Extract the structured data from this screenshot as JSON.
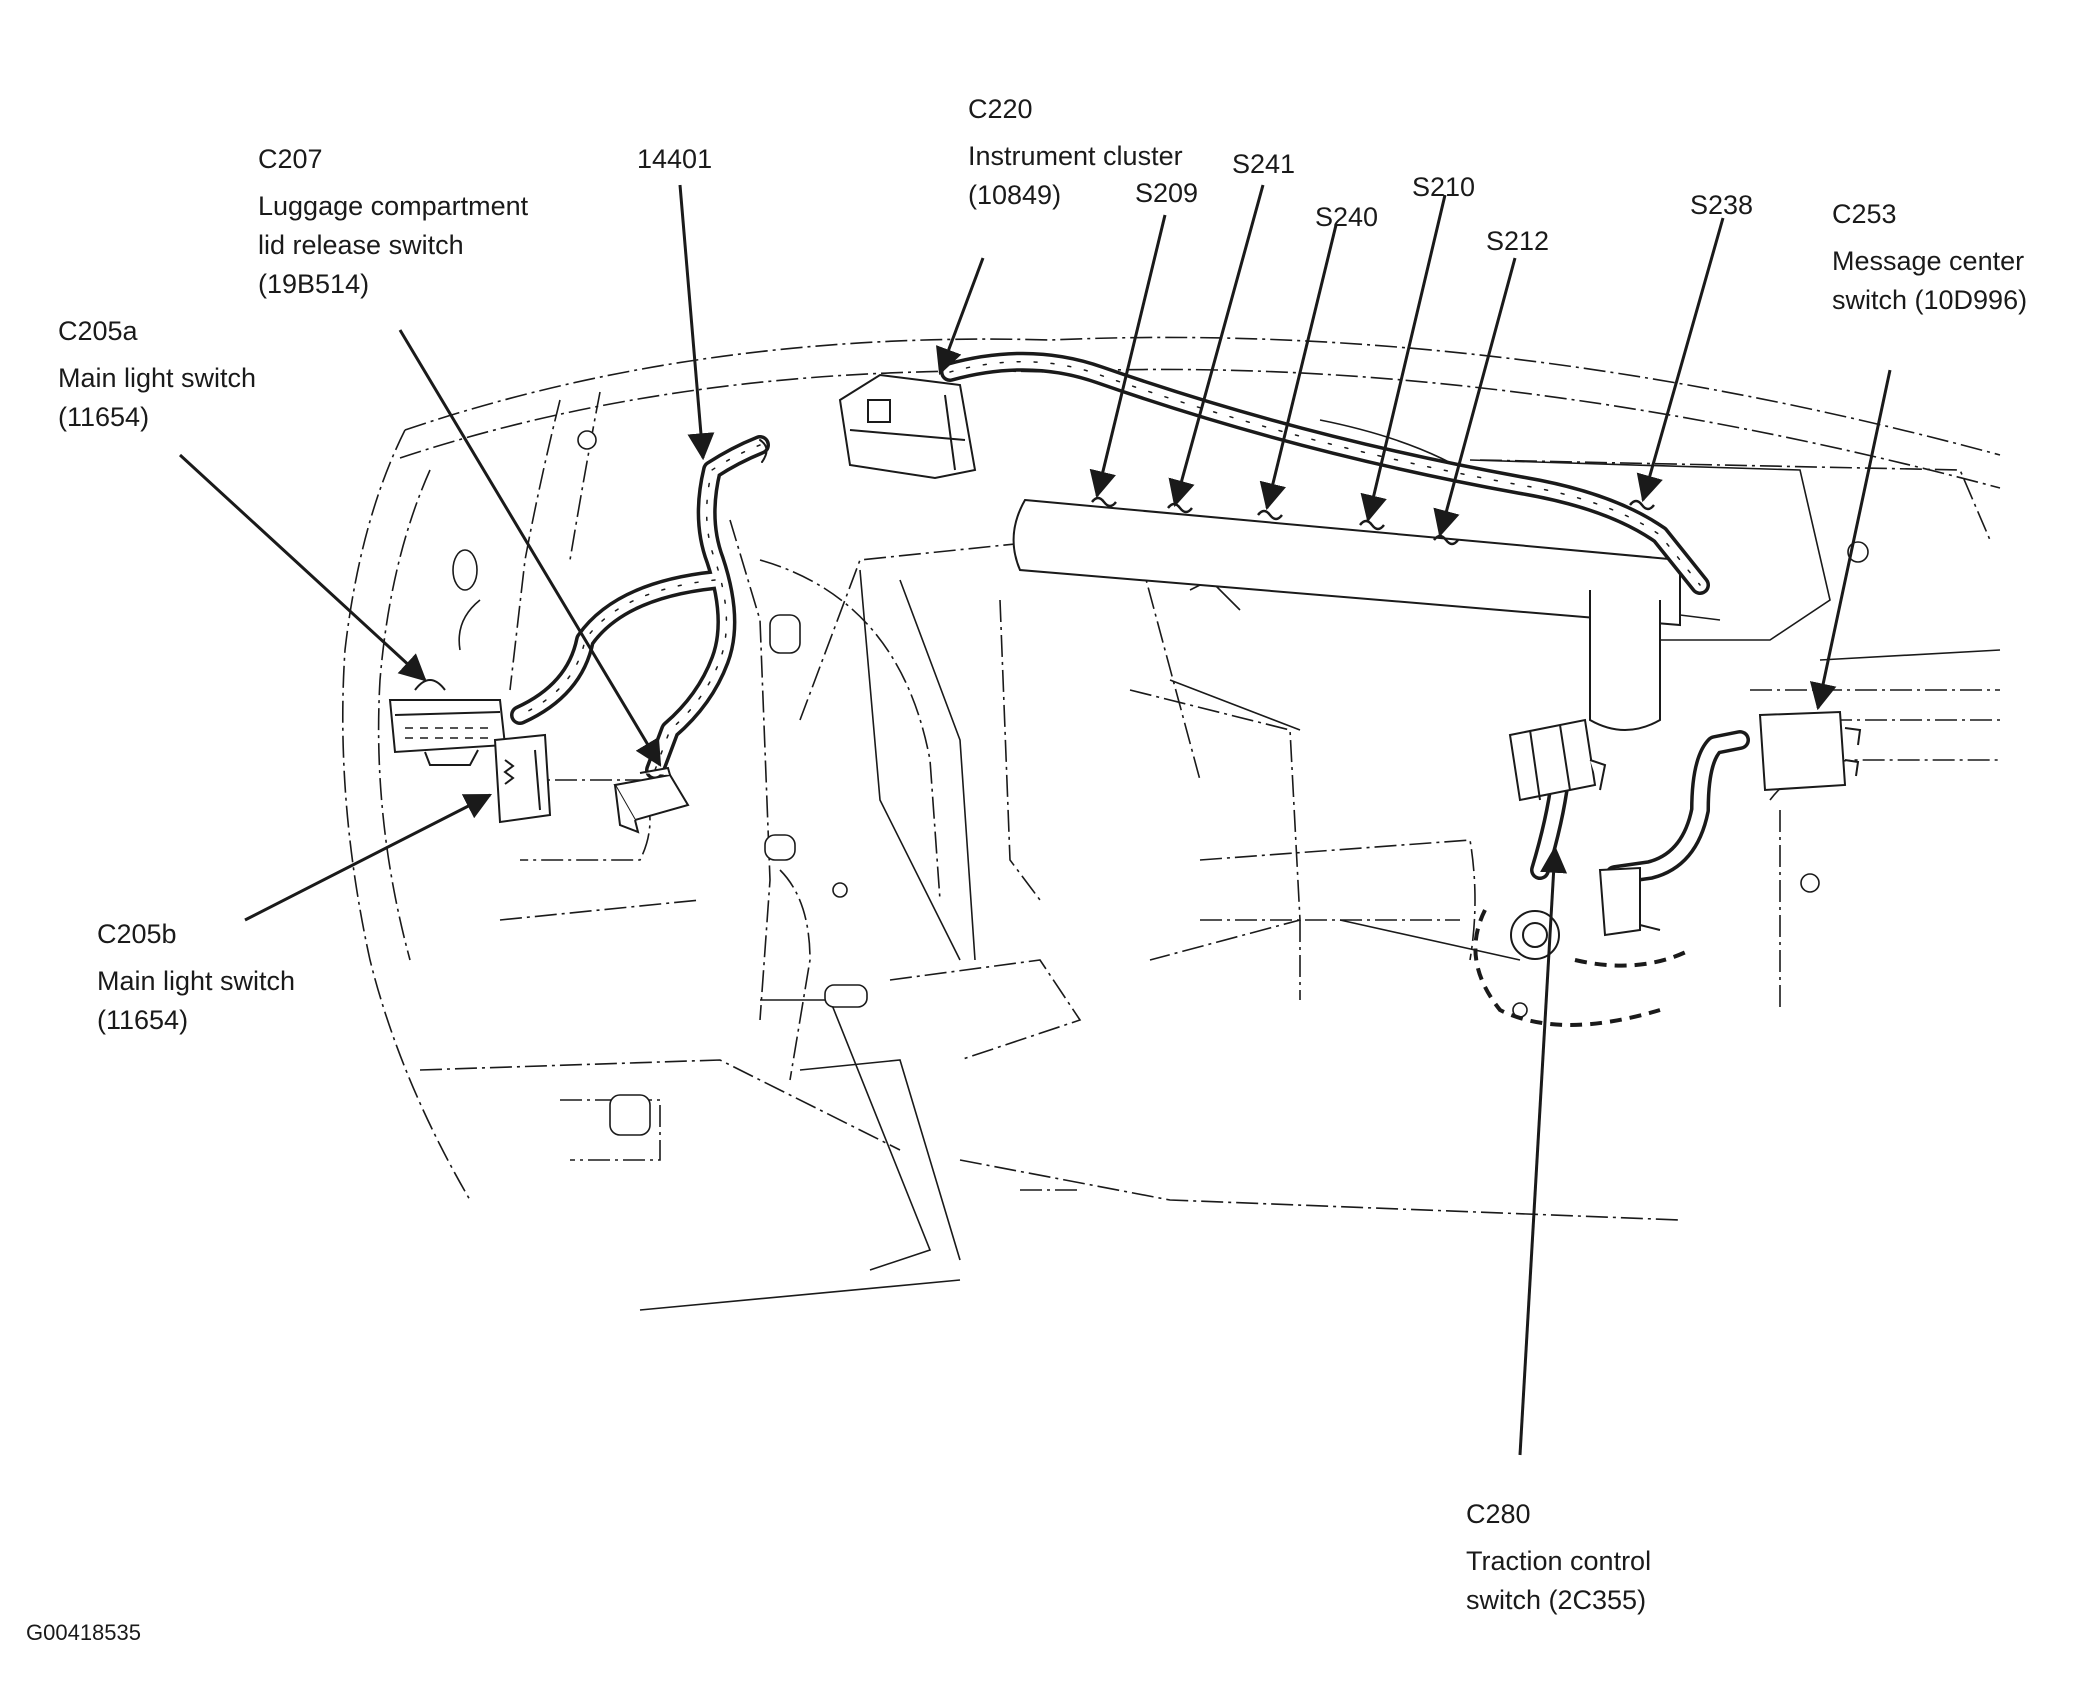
{
  "figure_id": "G00418535",
  "callouts": {
    "c207": {
      "code": "C207",
      "line1": "Luggage compartment",
      "line2": "lid release switch",
      "line3": "(19B514)"
    },
    "p14401": {
      "code": "14401"
    },
    "c220": {
      "code": "C220",
      "line1": "Instrument cluster",
      "line2": "(10849)"
    },
    "s209": {
      "code": "S209"
    },
    "s241": {
      "code": "S241"
    },
    "s240": {
      "code": "S240"
    },
    "s210": {
      "code": "S210"
    },
    "s212": {
      "code": "S212"
    },
    "s238": {
      "code": "S238"
    },
    "c253": {
      "code": "C253",
      "line1": "Message center",
      "line2": "switch (10D996)"
    },
    "c205a": {
      "code": "C205a",
      "line1": "Main light switch",
      "line2": "(11654)"
    },
    "c205b": {
      "code": "C205b",
      "line1": "Main light switch",
      "line2": "(11654)"
    },
    "c280": {
      "code": "C280",
      "line1": "Traction control",
      "line2": "switch (2C355)"
    }
  },
  "colors": {
    "ink": "#1a1a1a",
    "background": "#ffffff",
    "harness_fill": "#ffffff"
  }
}
